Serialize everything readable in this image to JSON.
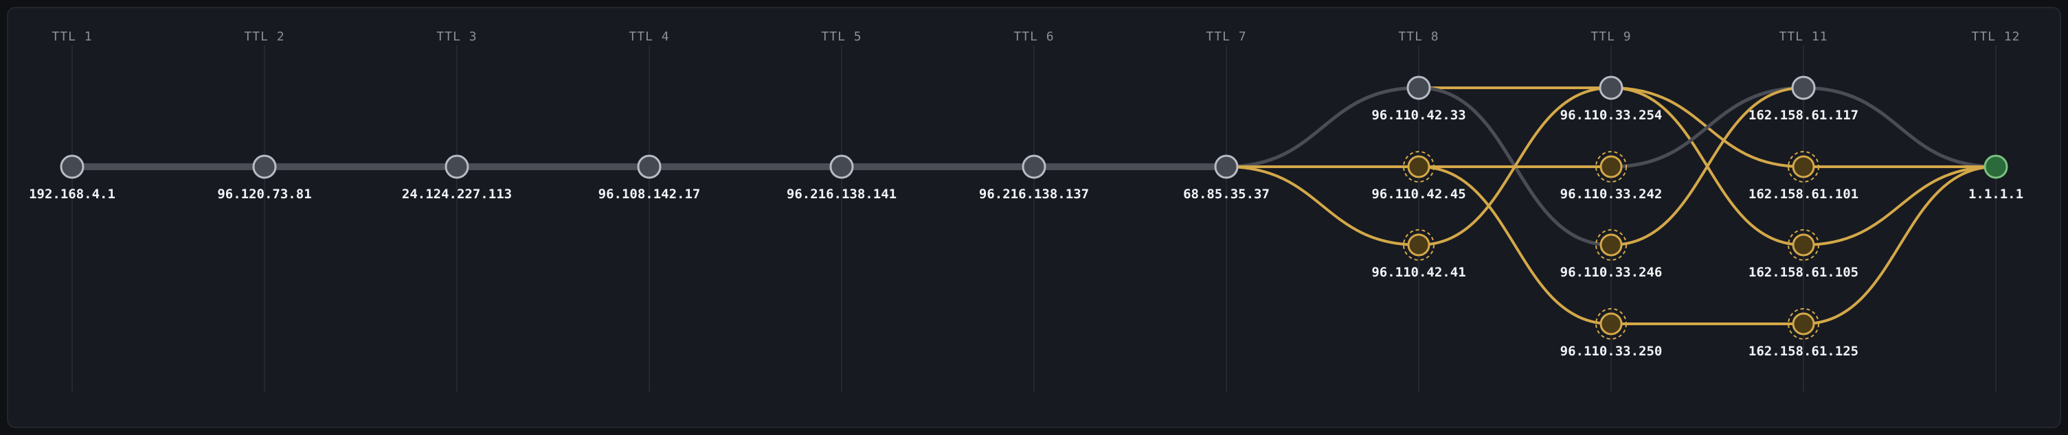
{
  "colors": {
    "panel_bg": "#171a21",
    "grid_line": "#242830",
    "edge_primary": "#4a4d55",
    "edge_alt": "#4a4d55",
    "edge_multi": "#d4a849",
    "node_primary_fill": "#454951",
    "node_primary_stroke": "#b8bcc6",
    "node_multi_fill": "#4a3a16",
    "node_multi_stroke": "#d4a849",
    "node_dest_fill": "#2b6a3b",
    "node_dest_stroke": "#79c37f",
    "ttl_text": "#8b9099",
    "ip_text": "#f2f4f7"
  },
  "hops": [
    {
      "label": "TTL 1"
    },
    {
      "label": "TTL 2"
    },
    {
      "label": "TTL 3"
    },
    {
      "label": "TTL 4"
    },
    {
      "label": "TTL 5"
    },
    {
      "label": "TTL 6"
    },
    {
      "label": "TTL 7"
    },
    {
      "label": "TTL 8"
    },
    {
      "label": "TTL 9"
    },
    {
      "label": "TTL 11"
    },
    {
      "label": "TTL 12"
    }
  ],
  "nodes": [
    {
      "id": "n1",
      "hop": 0,
      "row": 1,
      "ip": "192.168.4.1",
      "kind": "primary"
    },
    {
      "id": "n2",
      "hop": 1,
      "row": 1,
      "ip": "96.120.73.81",
      "kind": "primary"
    },
    {
      "id": "n3",
      "hop": 2,
      "row": 1,
      "ip": "24.124.227.113",
      "kind": "primary"
    },
    {
      "id": "n4",
      "hop": 3,
      "row": 1,
      "ip": "96.108.142.17",
      "kind": "primary"
    },
    {
      "id": "n5",
      "hop": 4,
      "row": 1,
      "ip": "96.216.138.141",
      "kind": "primary"
    },
    {
      "id": "n6",
      "hop": 5,
      "row": 1,
      "ip": "96.216.138.137",
      "kind": "primary"
    },
    {
      "id": "n7",
      "hop": 6,
      "row": 1,
      "ip": "68.85.35.37",
      "kind": "primary"
    },
    {
      "id": "n8a",
      "hop": 7,
      "row": 0,
      "ip": "96.110.42.33",
      "kind": "primary"
    },
    {
      "id": "n8b",
      "hop": 7,
      "row": 1,
      "ip": "96.110.42.45",
      "kind": "multi"
    },
    {
      "id": "n8c",
      "hop": 7,
      "row": 2,
      "ip": "96.110.42.41",
      "kind": "multi"
    },
    {
      "id": "n9a",
      "hop": 8,
      "row": 0,
      "ip": "96.110.33.254",
      "kind": "primary"
    },
    {
      "id": "n9b",
      "hop": 8,
      "row": 1,
      "ip": "96.110.33.242",
      "kind": "multi"
    },
    {
      "id": "n9c",
      "hop": 8,
      "row": 2,
      "ip": "96.110.33.246",
      "kind": "multi"
    },
    {
      "id": "n9d",
      "hop": 8,
      "row": 3,
      "ip": "96.110.33.250",
      "kind": "multi"
    },
    {
      "id": "n11a",
      "hop": 9,
      "row": 0,
      "ip": "162.158.61.117",
      "kind": "primary"
    },
    {
      "id": "n11b",
      "hop": 9,
      "row": 1,
      "ip": "162.158.61.101",
      "kind": "multi"
    },
    {
      "id": "n11c",
      "hop": 9,
      "row": 2,
      "ip": "162.158.61.105",
      "kind": "multi"
    },
    {
      "id": "n11d",
      "hop": 9,
      "row": 3,
      "ip": "162.158.61.125",
      "kind": "multi"
    },
    {
      "id": "n12",
      "hop": 10,
      "row": 1,
      "ip": "1.1.1.1",
      "kind": "dest"
    }
  ],
  "edges": [
    {
      "from": "n1",
      "to": "n2",
      "kind": "primary"
    },
    {
      "from": "n2",
      "to": "n3",
      "kind": "primary"
    },
    {
      "from": "n3",
      "to": "n4",
      "kind": "primary"
    },
    {
      "from": "n4",
      "to": "n5",
      "kind": "primary"
    },
    {
      "from": "n5",
      "to": "n6",
      "kind": "primary"
    },
    {
      "from": "n6",
      "to": "n7",
      "kind": "primary"
    },
    {
      "from": "n7",
      "to": "n8a",
      "kind": "alt"
    },
    {
      "from": "n7",
      "to": "n8b",
      "kind": "multi"
    },
    {
      "from": "n7",
      "to": "n8c",
      "kind": "multi"
    },
    {
      "from": "n8a",
      "to": "n9a",
      "kind": "multi"
    },
    {
      "from": "n8a",
      "to": "n9c",
      "kind": "alt"
    },
    {
      "from": "n8b",
      "to": "n9b",
      "kind": "multi"
    },
    {
      "from": "n8b",
      "to": "n9d",
      "kind": "multi"
    },
    {
      "from": "n8c",
      "to": "n9a",
      "kind": "multi"
    },
    {
      "from": "n9a",
      "to": "n11b",
      "kind": "multi"
    },
    {
      "from": "n9a",
      "to": "n11c",
      "kind": "multi"
    },
    {
      "from": "n9b",
      "to": "n11a",
      "kind": "alt"
    },
    {
      "from": "n9c",
      "to": "n11a",
      "kind": "multi"
    },
    {
      "from": "n9d",
      "to": "n11d",
      "kind": "multi"
    },
    {
      "from": "n11a",
      "to": "n12",
      "kind": "alt"
    },
    {
      "from": "n11b",
      "to": "n12",
      "kind": "multi"
    },
    {
      "from": "n11c",
      "to": "n12",
      "kind": "multi"
    },
    {
      "from": "n11d",
      "to": "n12",
      "kind": "multi"
    }
  ]
}
